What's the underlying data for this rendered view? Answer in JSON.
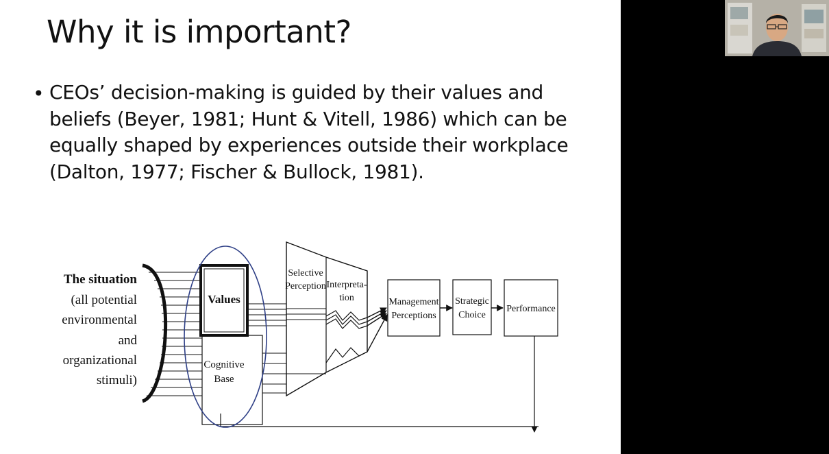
{
  "slide": {
    "title": "Why it is important?",
    "bullet": "CEOs’ decision-making is guided by their values and beliefs (Beyer, 1981; Hunt & Vitell, 1986) which can be equally shaped by experiences outside their workplace (Dalton, 1977; Fischer & Bullock, 1981)."
  },
  "diagram": {
    "situation_title": "The situation",
    "situation_lines": [
      "(all potential",
      "environmental",
      "and",
      "organizational",
      "stimuli)"
    ],
    "values": "Values",
    "cognitive_line1": "Cognitive",
    "cognitive_line2": "Base",
    "selective_line1": "Selective",
    "selective_line2": "Perception",
    "interpretation_line1": "Interpreta-",
    "interpretation_line2": "tion",
    "management_line1": "Management",
    "management_line2": "Perceptions",
    "strategic_line1": "Strategic",
    "strategic_line2": "Choice",
    "performance": "Performance"
  },
  "colors": {
    "slide_bg": "#ffffff",
    "panel_bg": "#000000",
    "ellipse": "#2e3f86"
  }
}
